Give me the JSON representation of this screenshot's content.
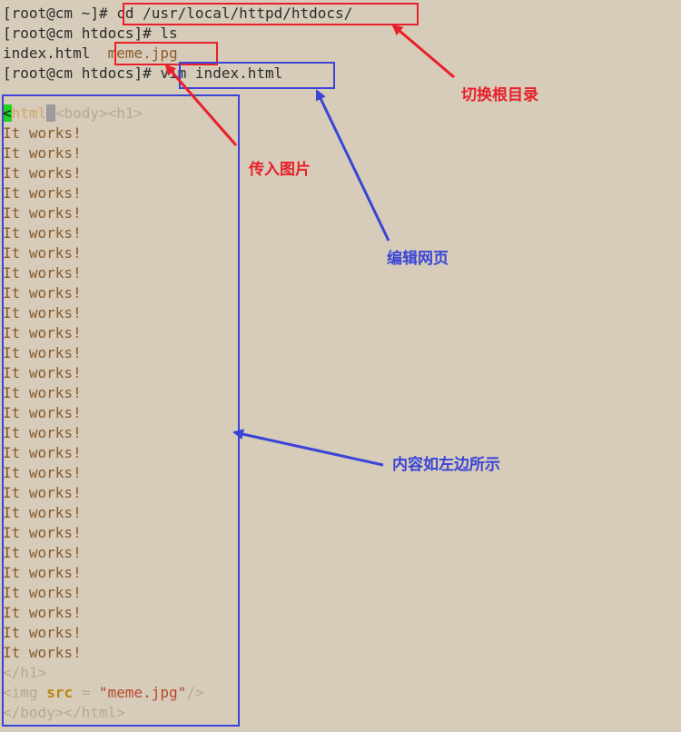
{
  "terminal": {
    "prompt_home": "[root@cm ~]# ",
    "cmd_cd": "cd /usr/local/httpd/htdocs/",
    "prompt_htdocs": "[root@cm htdocs]# ",
    "cmd_ls": "ls",
    "ls_file1": "index.html",
    "ls_file2": "meme.jpg",
    "cmd_vim": "vim index.html"
  },
  "editor": {
    "line1": {
      "cursor": "<",
      "tag_html": "html",
      "sel": ">",
      "tag_body": "<body><h1>"
    },
    "body_line": "It works!",
    "body_repeat": 27,
    "close_h1": "</h1>",
    "img_open": "<img ",
    "img_attr": "src",
    "img_eq": " = ",
    "img_val": "\"meme.jpg\"",
    "img_close": "/>",
    "end_tags": "</body></html>"
  },
  "annotations": {
    "switch_root_dir": "切换根目录",
    "upload_image": "传入图片",
    "edit_page": "编辑网页",
    "content_left": "内容如左边所示"
  },
  "colors": {
    "red_annotation": "#e8202a",
    "blue_annotation": "#3a44d6",
    "background": "#d6ccb9"
  }
}
